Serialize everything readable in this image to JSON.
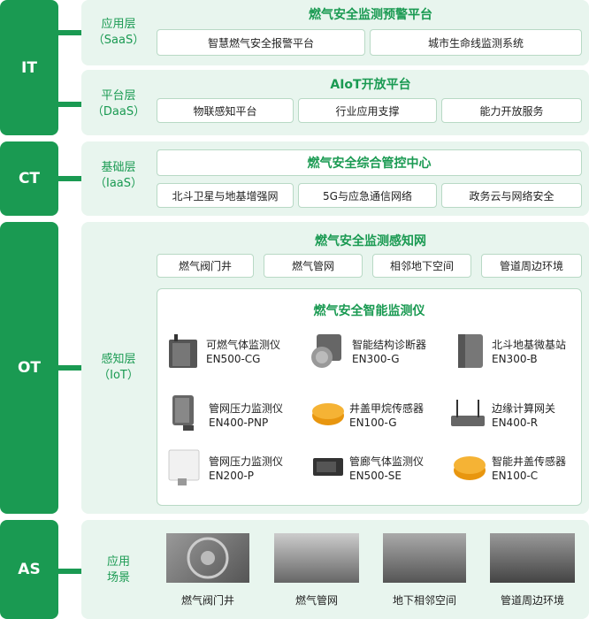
{
  "sections": [
    {
      "label": "IT"
    },
    {
      "label": "CT"
    },
    {
      "label": "OT"
    },
    {
      "label": "AS"
    }
  ],
  "saas": {
    "layer": "应用层\n（SaaS）",
    "title": "燃气安全监测预警平台",
    "items": [
      "智慧燃气安全报警平台",
      "城市生命线监测系统"
    ]
  },
  "daas": {
    "layer": "平台层\n（DaaS）",
    "title": "AIoT开放平台",
    "items": [
      "物联感知平台",
      "行业应用支撑",
      "能力开放服务"
    ]
  },
  "iaas": {
    "layer": "基础层\n（IaaS）",
    "title": "燃气安全综合管控中心",
    "items": [
      "北斗卫星与地基增强网",
      "5G与应急通信网络",
      "政务云与网络安全"
    ]
  },
  "iot": {
    "layer": "感知层\n（IoT）",
    "title": "燃气安全监测感知网",
    "items": [
      "燃气阀门井",
      "燃气管网",
      "相邻地下空间",
      "管道周边环境"
    ],
    "inner_title": "燃气安全智能监测仪",
    "devices": [
      {
        "name": "可燃气体监测仪",
        "model": "EN500-CG",
        "icon": "gas-detector-icon"
      },
      {
        "name": "智能结构诊断器",
        "model": "EN300-G",
        "icon": "structure-diagnoser-icon"
      },
      {
        "name": "北斗地基微基站",
        "model": "EN300-B",
        "icon": "beidou-station-icon"
      },
      {
        "name": "管网压力监测仪",
        "model": "EN400-PNP",
        "icon": "pressure-monitor-icon"
      },
      {
        "name": "井盖甲烷传感器",
        "model": "EN100-G",
        "icon": "methane-sensor-icon"
      },
      {
        "name": "边缘计算网关",
        "model": "EN400-R",
        "icon": "edge-gateway-icon"
      },
      {
        "name": "管网压力监测仪",
        "model": "EN200-P",
        "icon": "pressure-sensor-icon"
      },
      {
        "name": "管廊气体监测仪",
        "model": "EN500-SE",
        "icon": "corridor-gas-monitor-icon"
      },
      {
        "name": "智能井盖传感器",
        "model": "EN100-C",
        "icon": "manhole-sensor-icon"
      }
    ]
  },
  "scenes": {
    "layer": "应用\n场景",
    "items": [
      "燃气阀门井",
      "燃气管网",
      "地下相邻空间",
      "管道周边环境"
    ]
  }
}
